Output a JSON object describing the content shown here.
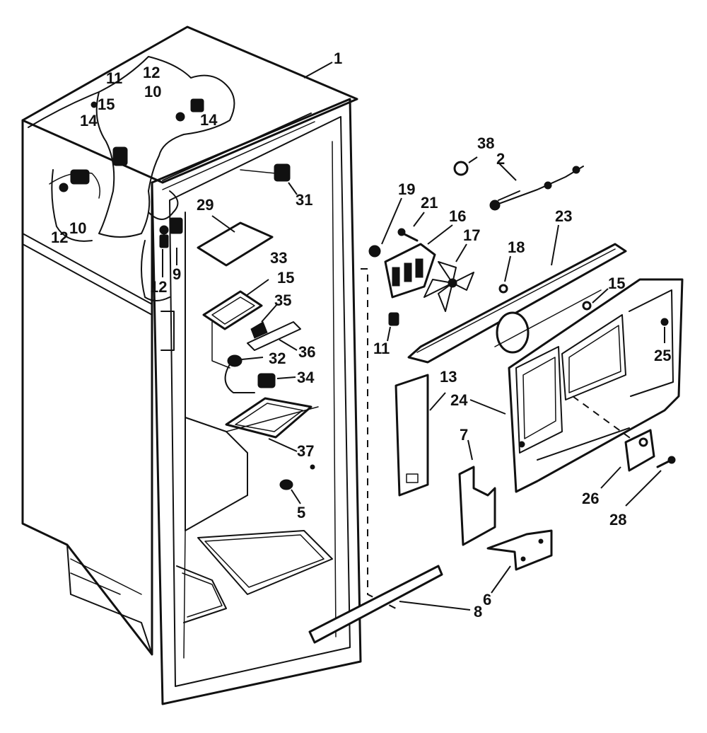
{
  "diagram": {
    "labels": {
      "p1": "1",
      "p2": "2",
      "p5": "5",
      "p6": "6",
      "p7": "7",
      "p8": "8",
      "p9": "9",
      "p10a": "10",
      "p10b": "10",
      "p11a": "11",
      "p11b": "11",
      "p12a": "12",
      "p12b": "12",
      "p12c": "12",
      "p13": "13",
      "p14a": "14",
      "p14b": "14",
      "p15a": "15",
      "p15b": "15",
      "p15c": "15",
      "p16": "16",
      "p17": "17",
      "p18": "18",
      "p19": "19",
      "p21": "21",
      "p23": "23",
      "p24": "24",
      "p25": "25",
      "p26": "26",
      "p28": "28",
      "p29": "29",
      "p31": "31",
      "p32": "32",
      "p33": "33",
      "p34": "34",
      "p35": "35",
      "p36": "36",
      "p37": "37",
      "p38": "38"
    }
  }
}
